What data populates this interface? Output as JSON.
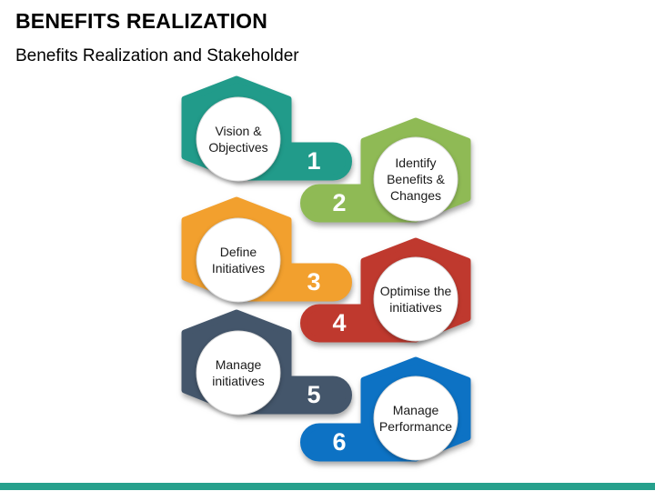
{
  "slide": {
    "title": "BENEFITS REALIZATION",
    "subtitle": "Benefits Realization and Stakeholder"
  },
  "steps": [
    {
      "number": "1",
      "label": "Vision &\nObjectives",
      "color": "#219b8a",
      "side": "left"
    },
    {
      "number": "2",
      "label": "Identify\nBenefits &\nChanges",
      "color": "#8fba55",
      "side": "right"
    },
    {
      "number": "3",
      "label": "Define\nInitiatives",
      "color": "#f2a02e",
      "side": "left"
    },
    {
      "number": "4",
      "label": "Optimise the\ninitiatives",
      "color": "#bf392e",
      "side": "right"
    },
    {
      "number": "5",
      "label": "Manage\ninitiatives",
      "color": "#44566b",
      "side": "left"
    },
    {
      "number": "6",
      "label": "Manage\nPerformance",
      "color": "#0d72c4",
      "side": "right"
    }
  ],
  "footer": {
    "bar_color": "#26a08c"
  }
}
